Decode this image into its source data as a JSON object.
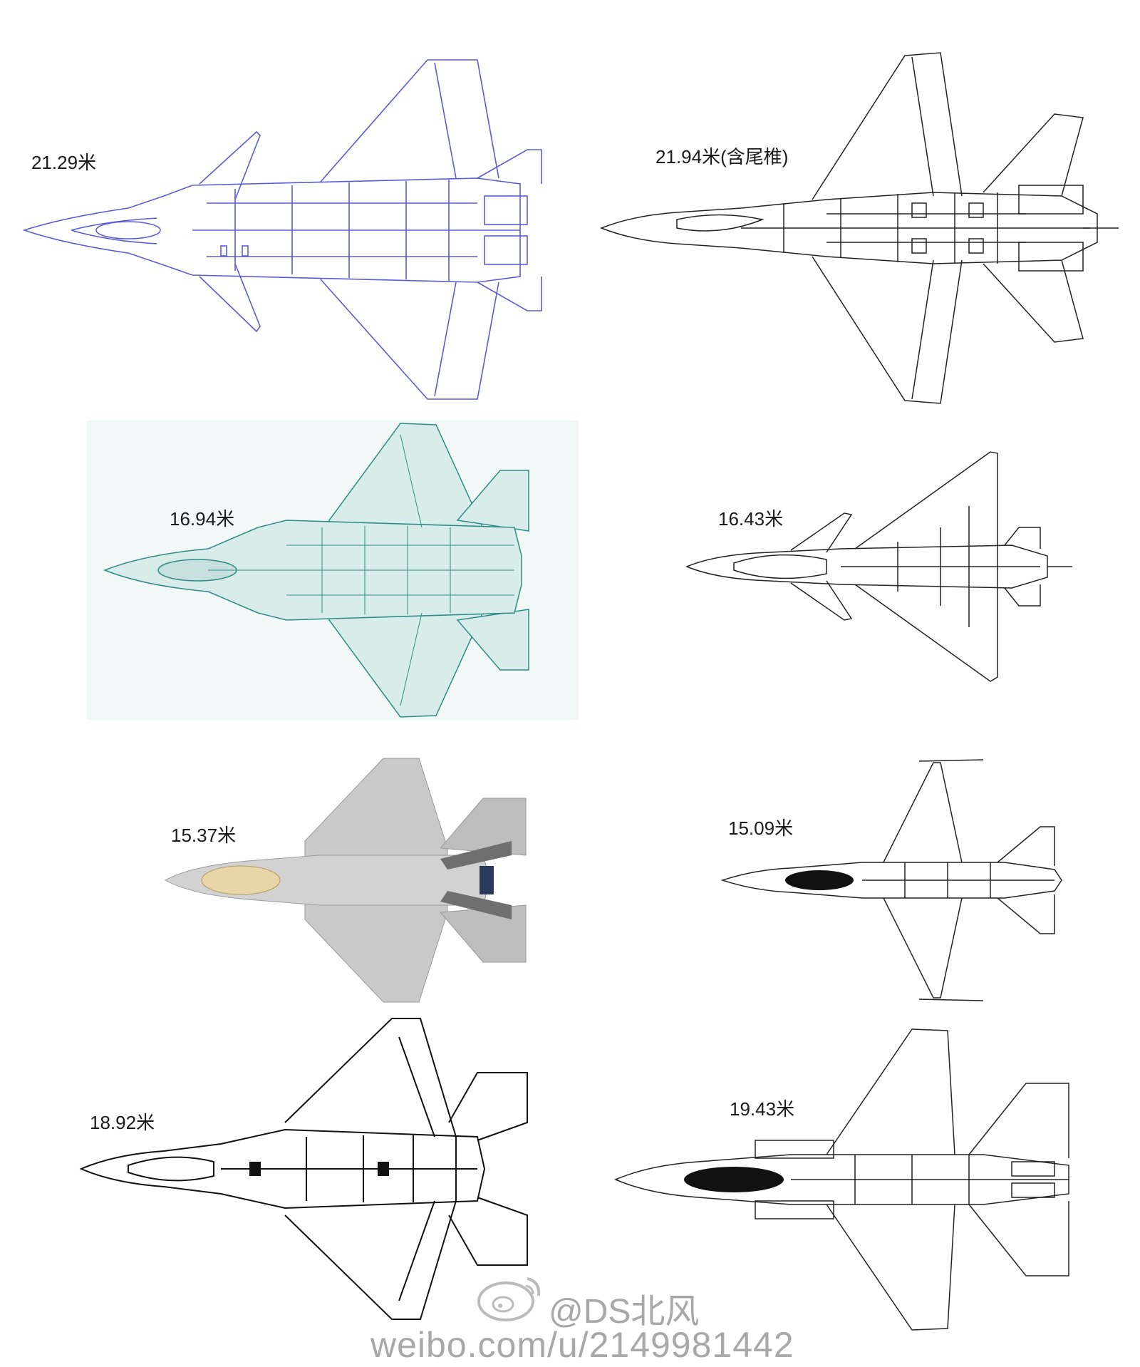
{
  "aircraft": [
    {
      "label": "21.29米"
    },
    {
      "label": "21.94米(含尾椎)"
    },
    {
      "label": "16.94米"
    },
    {
      "label": "16.43米"
    },
    {
      "label": "15.37米"
    },
    {
      "label": "15.09米"
    },
    {
      "label": "18.92米"
    },
    {
      "label": "19.43米"
    }
  ],
  "watermark": {
    "handle": "@DS北风",
    "url": "weibo.com/u/2149981442"
  },
  "colors": {
    "blue_outline": "#5b5bd6",
    "teal_fill": "#d9ecec",
    "teal_line": "#2e8c84",
    "gray_fill": "#c9c9c9",
    "black_line": "#222222"
  }
}
